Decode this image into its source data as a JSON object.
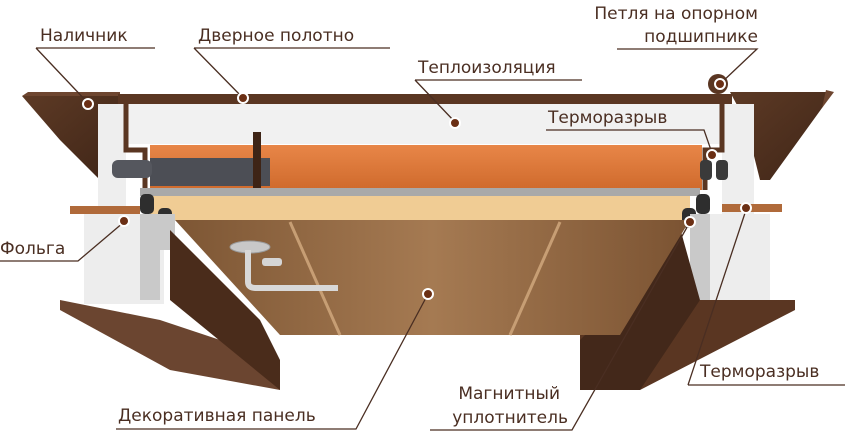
{
  "diagram": {
    "subject": "Door cross-section",
    "colors": {
      "frame_brown": "#5a3622",
      "frame_brown_dark": "#3e2416",
      "insulation_white": "#f1f1f1",
      "insulation_orange": "#e0773a",
      "panel_beige": "#f0cc94",
      "wood_panel": "#9a6c46",
      "seal_dark": "#2e2e2e",
      "steel_grey": "#4c4e55",
      "label_text": "#4a2e22",
      "callout_dot": "#6b2f14"
    },
    "labels": {
      "casing": "Наличник",
      "door_leaf": "Дверное полотно",
      "hinge_line1": "Петля на опорном",
      "hinge_line2": "подшипнике",
      "thermal_insulation": "Теплоизоляция",
      "thermal_break_top": "Терморазрыв",
      "foil": "Фольга",
      "decorative_panel": "Декоративная панель",
      "magnetic_seal_line1": "Магнитный",
      "magnetic_seal_line2": "уплотнитель",
      "thermal_break_bottom": "Терморазрыв"
    }
  }
}
